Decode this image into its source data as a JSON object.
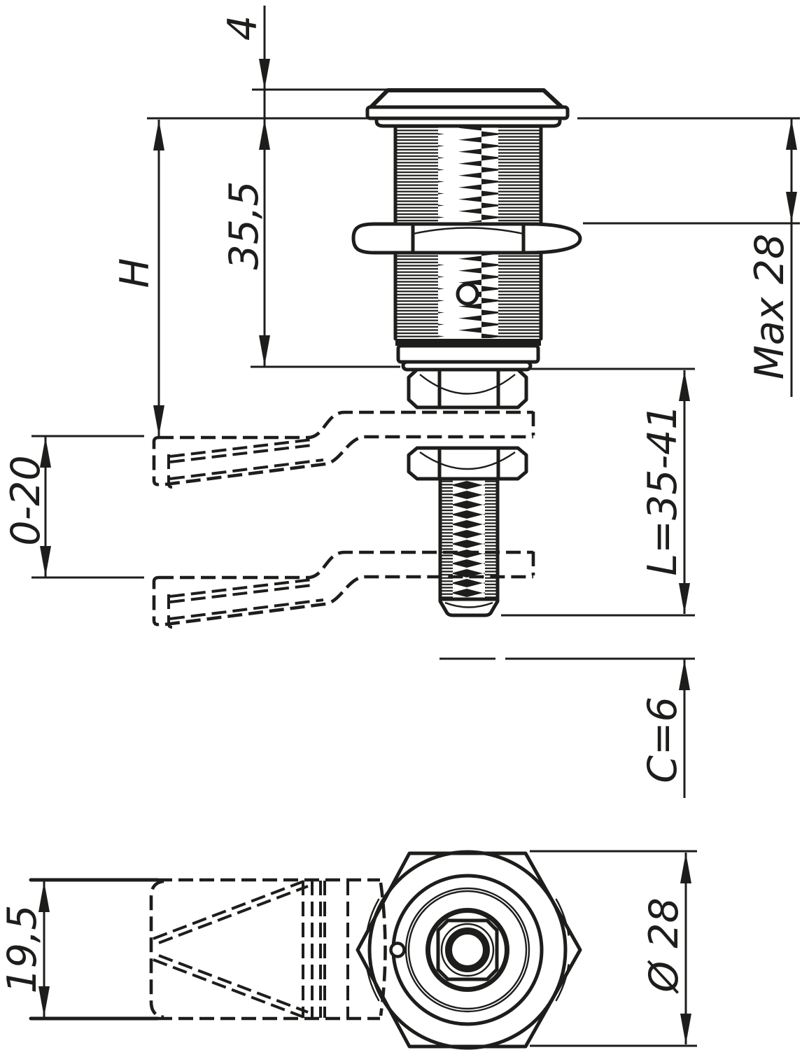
{
  "drawing": {
    "kind": "technical-drawing",
    "subject": "quarter-turn compression latch with cam lever, side view, lever plan view and front view",
    "background": "#ffffff",
    "line_color": "#1d1d1b"
  },
  "dimensions": {
    "head_height": "4",
    "body_length": "35,5",
    "overall_height": "H",
    "max_grip": "Max 28",
    "lever_adjustment": "0-20",
    "screw_length": "L=35-41",
    "compression": "C=6",
    "lever_width": "19,5",
    "body_diameter": "Ø 28"
  }
}
